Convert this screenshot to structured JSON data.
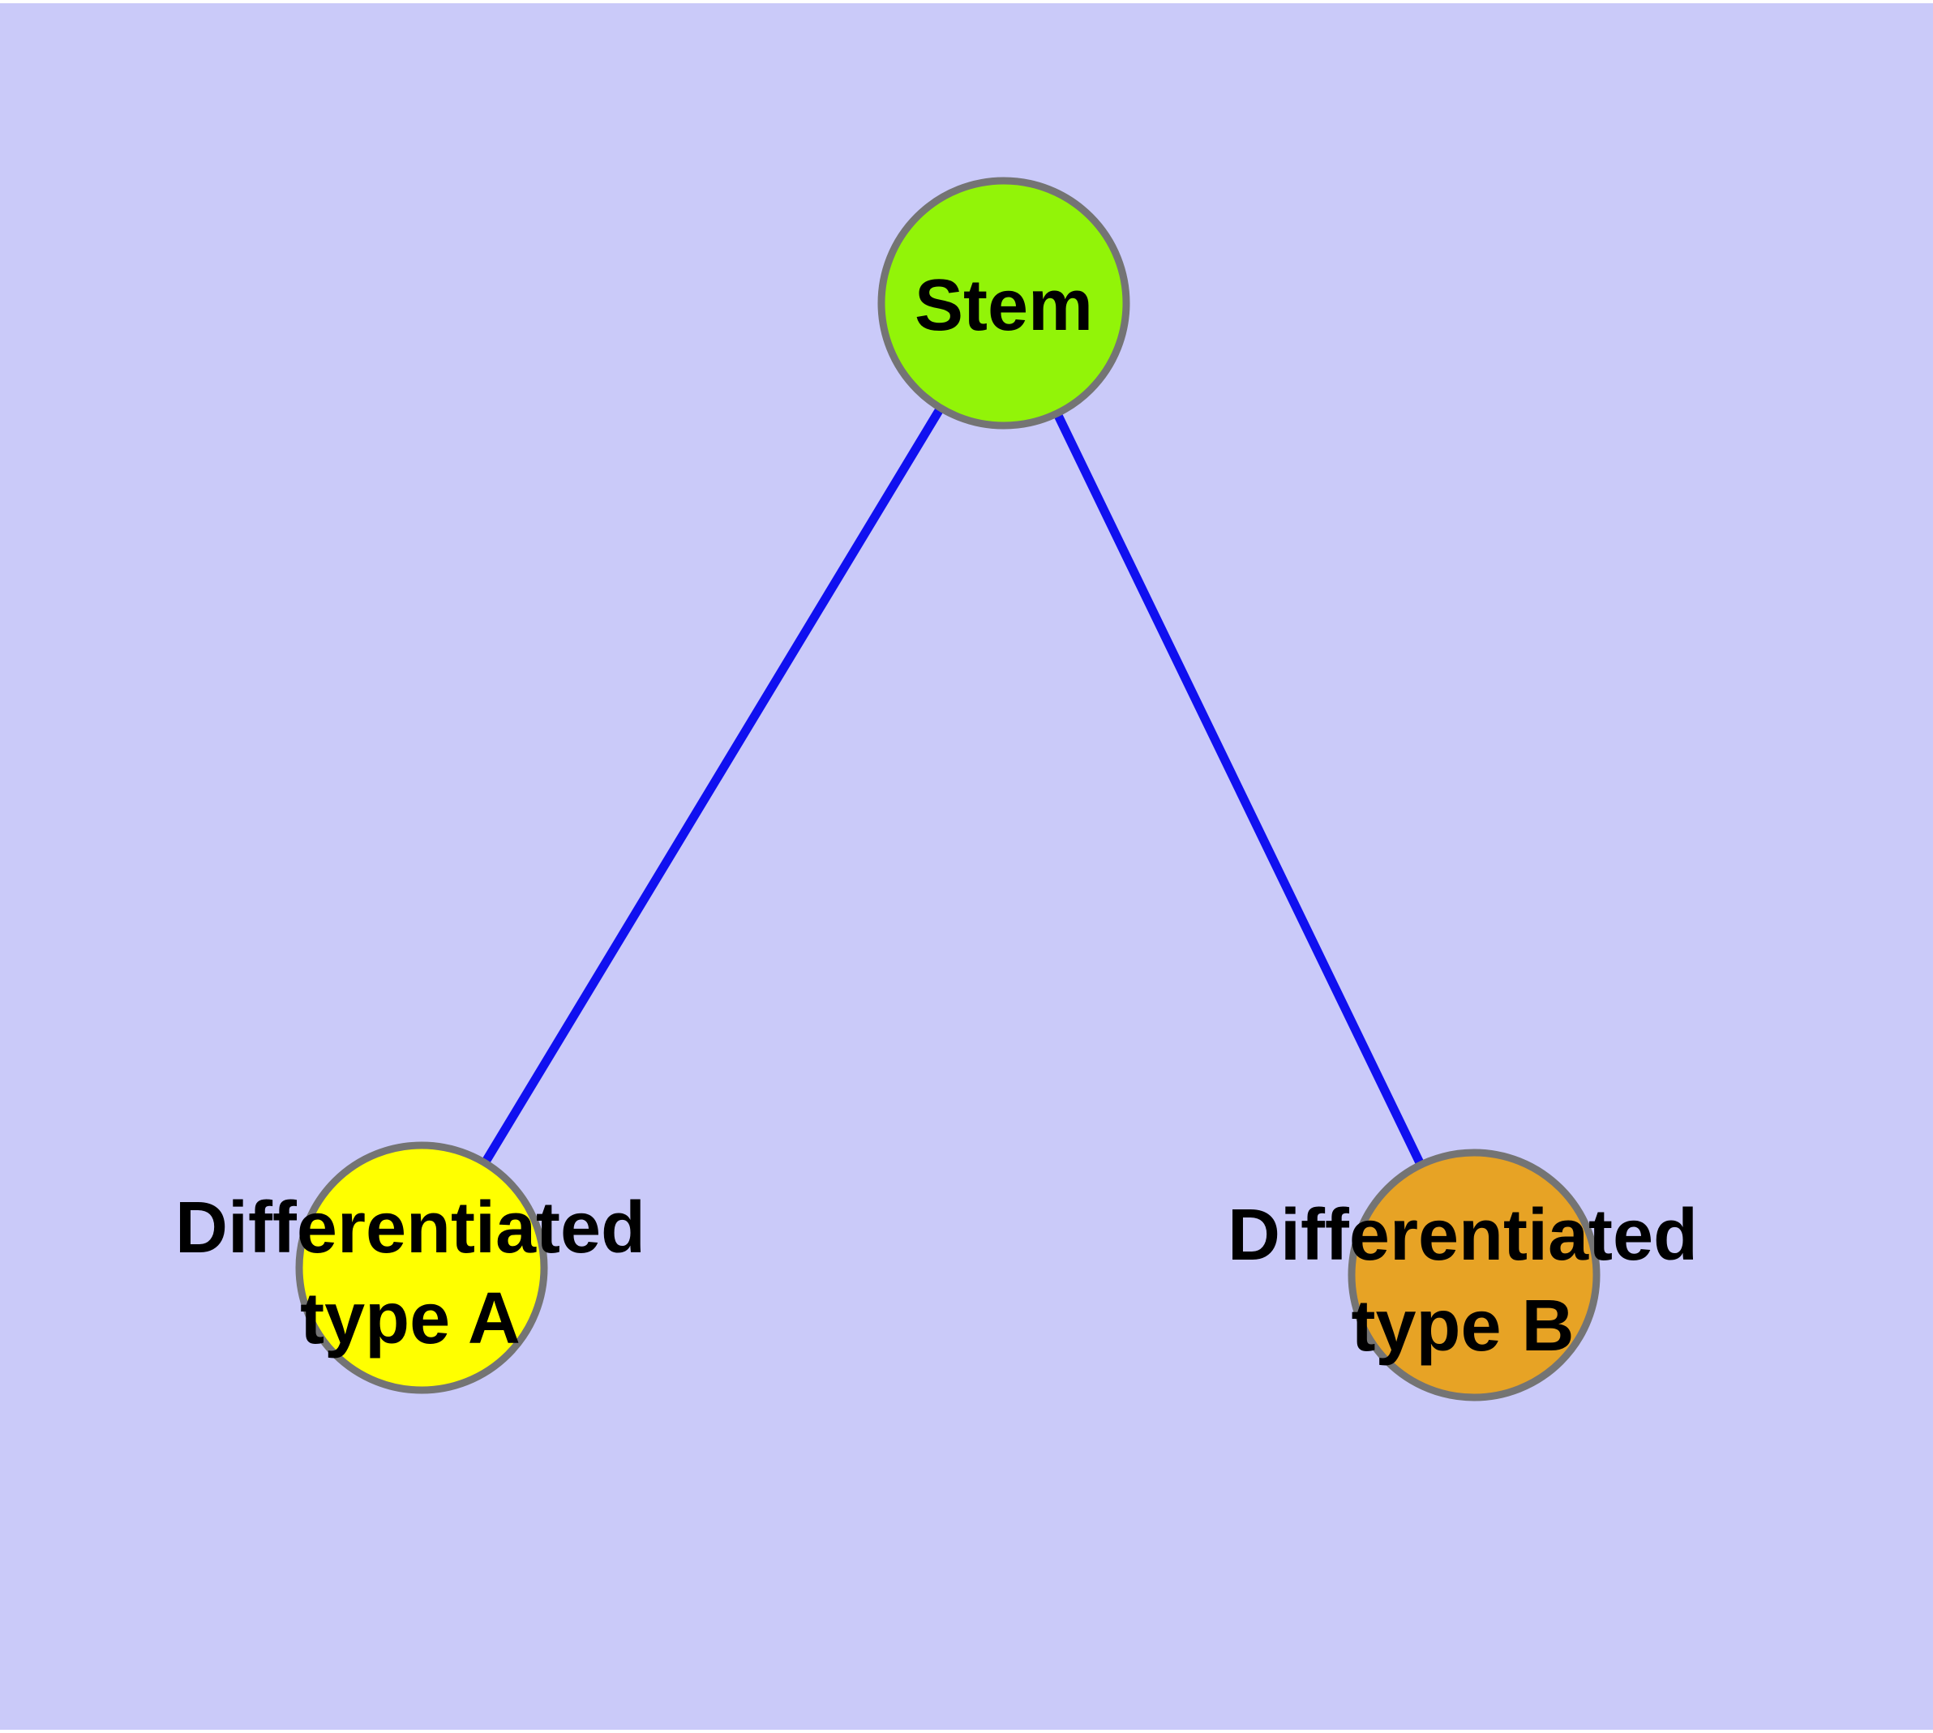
{
  "diagram": {
    "kind": "node-edge-graph",
    "colors": {
      "background": "#cacaf9",
      "page_margin": "#ffffff",
      "edge": "#1010f0",
      "node_border": "#747474",
      "label_text": "#000000",
      "stem_fill": "#92f408",
      "type_a_fill": "#ffff00",
      "type_b_fill": "#e7a325"
    },
    "nodes": [
      {
        "id": "stem",
        "label": "Stem",
        "fill": "#92f408"
      },
      {
        "id": "differentiated-type-a",
        "label": "Differentiated type A",
        "label_lines": [
          "Differentiated",
          "type A"
        ],
        "fill": "#ffff00"
      },
      {
        "id": "differentiated-type-b",
        "label": "Differentiated type B",
        "label_lines": [
          "Differentiated",
          "type B"
        ],
        "fill": "#e7a325"
      }
    ],
    "edges": [
      {
        "from": "stem",
        "to": "differentiated-type-a"
      },
      {
        "from": "stem",
        "to": "differentiated-type-b"
      }
    ]
  }
}
